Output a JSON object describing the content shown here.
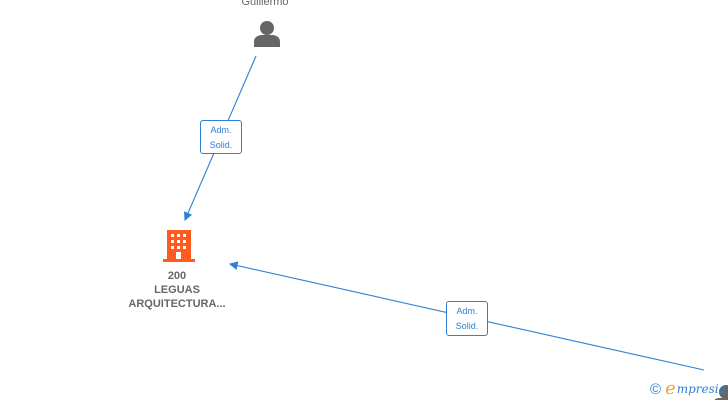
{
  "nodes": {
    "person_top": {
      "name": "Guillermo",
      "icon": "person-icon"
    },
    "company": {
      "name_lines": [
        "200",
        "LEGUAS",
        "ARQUITECTURA..."
      ],
      "icon": "building-icon",
      "color": "#ff5a1f"
    },
    "person_bottom_right": {
      "icon": "person-icon"
    }
  },
  "edges": [
    {
      "label_lines": [
        "Adm.",
        "Solid."
      ],
      "from": "person_top",
      "to": "company"
    },
    {
      "label_lines": [
        "Adm.",
        "Solid."
      ],
      "from": "person_bottom_right",
      "to": "company"
    }
  ],
  "colors": {
    "edge": "#2f7fd5",
    "person": "#666666",
    "company": "#ff5a1f"
  },
  "watermark": {
    "symbol": "©",
    "brand_initial": "e",
    "brand_rest": "mpresia"
  }
}
